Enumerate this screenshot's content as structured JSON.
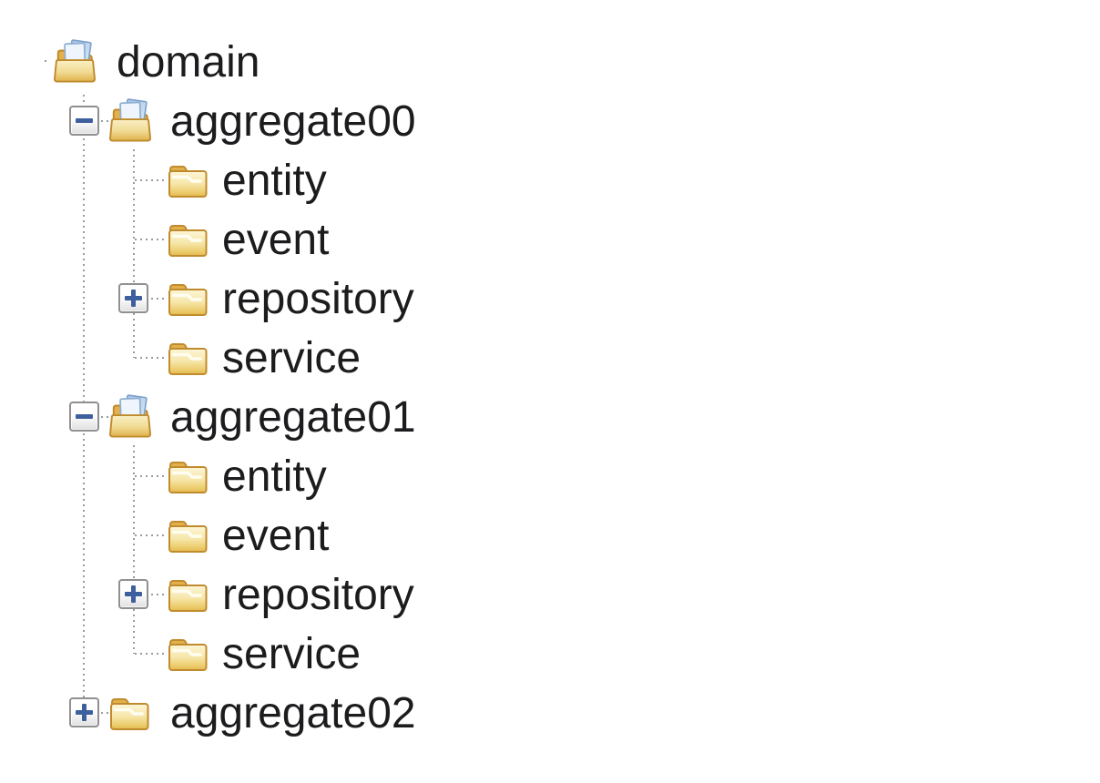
{
  "app": {
    "title": "domain folder tree"
  },
  "colors": {
    "background": "#ffffff",
    "text": "#1c1c1e",
    "connector": "#9b9b9b",
    "expander_border": "#909090",
    "expander_sign": "#3E5F9E",
    "folder_stroke": "#C08B2D",
    "folder_light": "#FCF4D0",
    "folder_gold": "#E6BE55",
    "folder_tab": "#E3B04E",
    "paper_fill": "#EFF5FC",
    "paper_back": "#BFD6EE",
    "paper_stroke": "#8FAFD2"
  },
  "icons": {
    "open": "folder-open-icon",
    "closed": "folder-closed-icon",
    "collapse": "minus-icon",
    "expand": "plus-icon"
  },
  "tree": {
    "rows": [
      {
        "label": "domain",
        "level": 0,
        "icon": "folder-open",
        "expander": "none",
        "expanded": true
      },
      {
        "label": "aggregate00",
        "level": 1,
        "icon": "folder-open",
        "expander": "minus",
        "expanded": true
      },
      {
        "label": "entity",
        "level": 2,
        "icon": "folder-closed",
        "expander": "none",
        "expanded": false
      },
      {
        "label": "event",
        "level": 2,
        "icon": "folder-closed",
        "expander": "none",
        "expanded": false
      },
      {
        "label": "repository",
        "level": 2,
        "icon": "folder-closed",
        "expander": "plus",
        "expanded": false
      },
      {
        "label": "service",
        "level": 2,
        "icon": "folder-closed",
        "expander": "none",
        "expanded": false
      },
      {
        "label": "aggregate01",
        "level": 1,
        "icon": "folder-open",
        "expander": "minus",
        "expanded": true
      },
      {
        "label": "entity",
        "level": 2,
        "icon": "folder-closed",
        "expander": "none",
        "expanded": false
      },
      {
        "label": "event",
        "level": 2,
        "icon": "folder-closed",
        "expander": "none",
        "expanded": false
      },
      {
        "label": "repository",
        "level": 2,
        "icon": "folder-closed",
        "expander": "plus",
        "expanded": false
      },
      {
        "label": "service",
        "level": 2,
        "icon": "folder-closed",
        "expander": "none",
        "expanded": false
      },
      {
        "label": "aggregate02",
        "level": 1,
        "icon": "folder-closed",
        "expander": "plus",
        "expanded": false
      }
    ]
  }
}
